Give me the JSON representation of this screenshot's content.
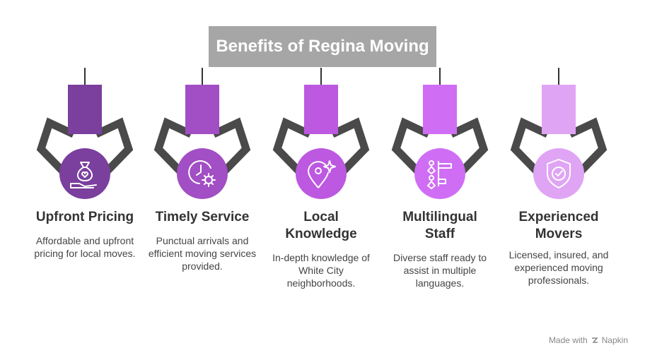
{
  "title": "Benefits of Regina Moving",
  "items": [
    {
      "heading_line1": "Upfront Pricing",
      "heading_line2": "",
      "description": "Affordable and upfront pricing for local moves.",
      "color": "#7b3f9e",
      "icon": "money-bag-hand-icon"
    },
    {
      "heading_line1": "Timely Service",
      "heading_line2": "",
      "description": "Punctual arrivals and efficient moving services provided.",
      "color": "#a24ec4",
      "icon": "clock-gear-icon"
    },
    {
      "heading_line1": "Local",
      "heading_line2": "Knowledge",
      "description": "In-depth knowledge of White City neighborhoods.",
      "color": "#bc59e0",
      "icon": "location-pin-sparkle-icon"
    },
    {
      "heading_line1": "Multilingual",
      "heading_line2": "Staff",
      "description": "Diverse staff ready to assist in multiple languages.",
      "color": "#cf6ef5",
      "icon": "people-language-icon"
    },
    {
      "heading_line1": "Experienced",
      "heading_line2": "Movers",
      "description": "Licensed, insured, and experienced moving professionals.",
      "color": "#e0a4f5",
      "icon": "shield-check-icon"
    }
  ],
  "footer": {
    "made_with": "Made with",
    "brand": "Napkin"
  }
}
